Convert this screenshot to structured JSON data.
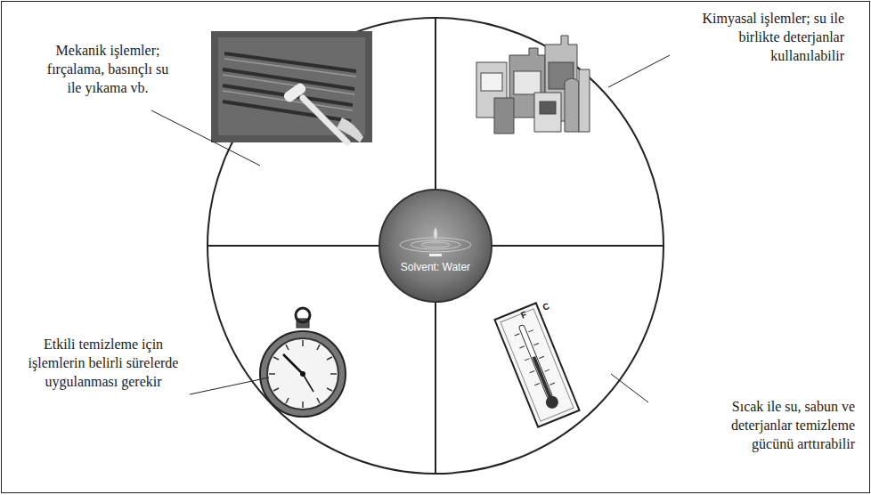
{
  "diagram": {
    "nodes": [
      {
        "text": [
          "Solvent: Water"
        ]
      }
    ],
    "labels": [
      "Mekanik işlemler; fırçalama, basınçlı su ile yıkama vb.",
      "Kimyasal işlemler; su ile birlikte deterjanlar kullanılabilir",
      "Etkili temizleme için işlemlerin belirli sürelerde uygulanması gerekir",
      "Sıcak ile su, sabun ve deterjanlar temizleme gücünü arttırabilir",
      "F",
      "C"
    ]
  }
}
